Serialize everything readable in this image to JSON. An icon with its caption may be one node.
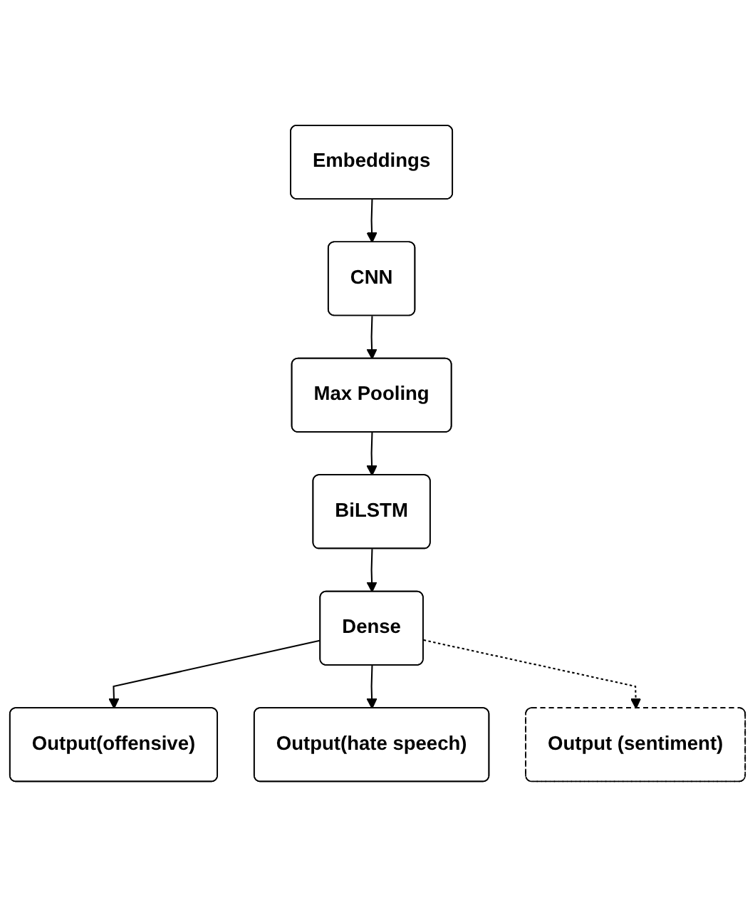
{
  "diagram": {
    "nodes": [
      {
        "text": [
          "Embeddings"
        ]
      },
      {
        "text": [
          "CNN"
        ]
      },
      {
        "text": [
          "Max Pooling"
        ]
      },
      {
        "text": [
          "BiLSTM"
        ]
      },
      {
        "text": [
          "Dense"
        ]
      },
      {
        "text": [
          "Output(offensive)"
        ]
      },
      {
        "text": [
          "Output(hate speech)"
        ]
      },
      {
        "text": [
          "Output (sentiment)"
        ]
      }
    ],
    "edges": [
      {
        "from": 0,
        "to": 1,
        "arrow": "to"
      },
      {
        "from": 1,
        "to": 2,
        "arrow": "to"
      },
      {
        "from": 2,
        "to": 3,
        "arrow": "to"
      },
      {
        "from": 3,
        "to": 4,
        "arrow": "to"
      },
      {
        "from": 4,
        "to": 5,
        "arrow": "to"
      },
      {
        "from": 4,
        "to": 6,
        "arrow": "to"
      },
      {
        "from": 4,
        "to": 7,
        "arrow": "to",
        "style": "dashed"
      }
    ]
  }
}
